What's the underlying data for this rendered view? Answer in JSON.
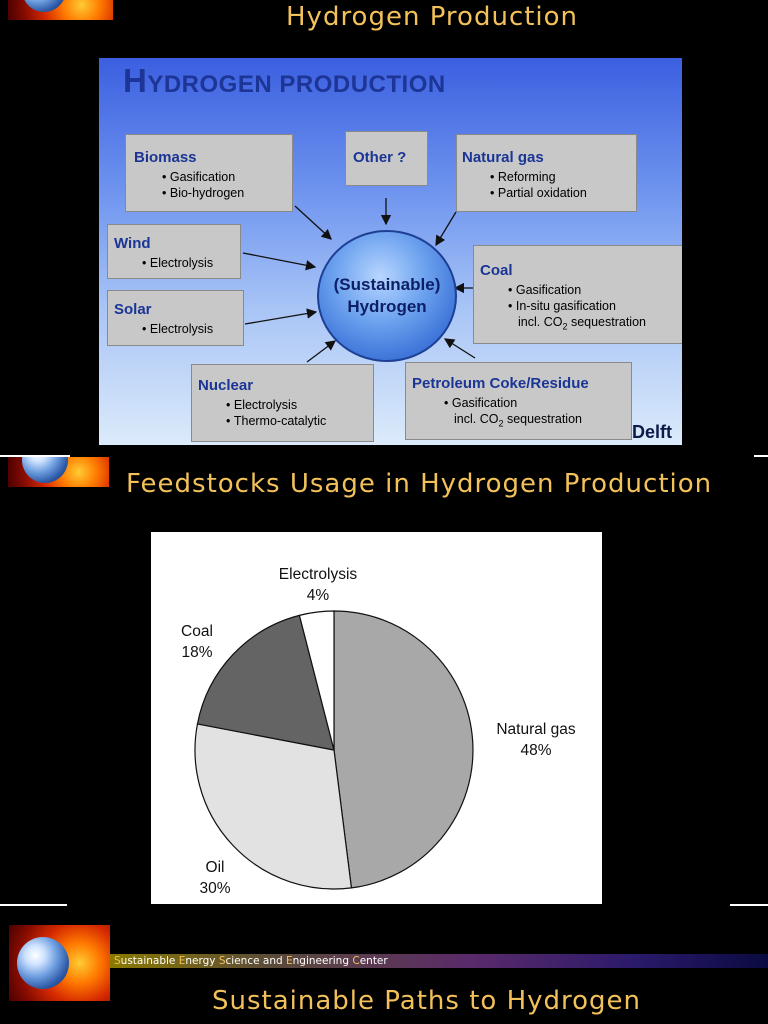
{
  "slides": [
    {
      "title": "Hydrogen Production"
    },
    {
      "title": "Feedstocks Usage in Hydrogen Production"
    },
    {
      "title": "Sustainable Paths to Hydrogen"
    }
  ],
  "banner": {
    "words": [
      {
        "initial": "S",
        "rest": "ustainable"
      },
      {
        "initial": "E",
        "rest": "nergy"
      },
      {
        "initial": "S",
        "rest": "cience and"
      },
      {
        "initial": "E",
        "rest": "ngineering"
      },
      {
        "initial": "C",
        "rest": "enter"
      }
    ]
  },
  "diagram": {
    "title_first": "H",
    "title_rest": "YDROGEN PRODUCTION",
    "hub": {
      "line1": "(Sustainable)",
      "line2": "Hydrogen"
    },
    "watermark": "Delft",
    "sources": {
      "biomass": {
        "name": "Biomass",
        "items": [
          "Gasification",
          "Bio-hydrogen"
        ]
      },
      "other": {
        "name": "Other ?"
      },
      "natural_gas": {
        "name": "Natural gas",
        "items": [
          "Reforming",
          "Partial oxidation"
        ]
      },
      "wind": {
        "name": "Wind",
        "items": [
          "Electrolysis"
        ]
      },
      "coal": {
        "name": "Coal",
        "items": [
          "Gasification",
          "In-situ gasification"
        ],
        "note_pre": "incl. CO",
        "note_sub": "2",
        "note_post": " sequestration"
      },
      "solar": {
        "name": "Solar",
        "items": [
          "Electrolysis"
        ]
      },
      "nuclear": {
        "name": "Nuclear",
        "items": [
          "Electrolysis",
          "Thermo-catalytic"
        ]
      },
      "petroleum": {
        "name": "Petroleum Coke/Residue",
        "items": [
          "Gasification"
        ],
        "note_pre": "incl. CO",
        "note_sub": "2",
        "note_post": " sequestration"
      }
    }
  },
  "chart_data": {
    "type": "pie",
    "unit": "%",
    "slices": [
      {
        "label": "Natural gas",
        "value": 48,
        "color": "#a8a8a8"
      },
      {
        "label": "Oil",
        "value": 30,
        "color": "#e2e2e2"
      },
      {
        "label": "Coal",
        "value": 18,
        "color": "#646464"
      },
      {
        "label": "Electrolysis",
        "value": 4,
        "color": "#ffffff"
      }
    ]
  }
}
